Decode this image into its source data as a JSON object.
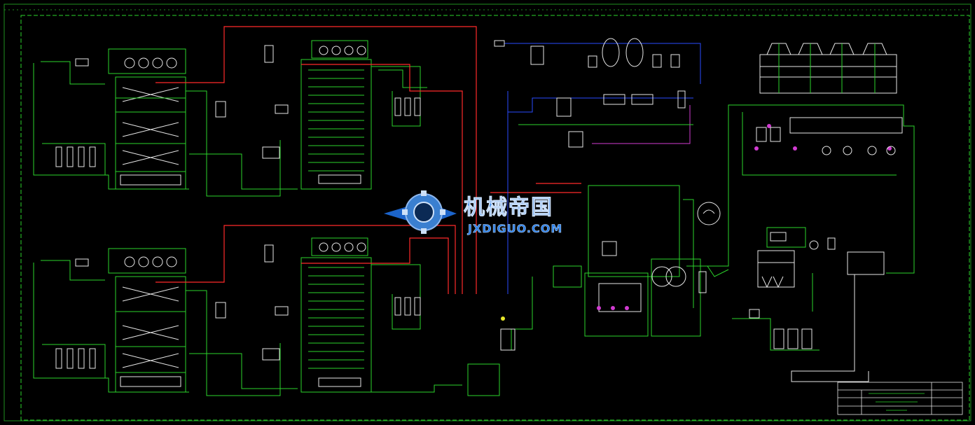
{
  "colors": {
    "background": "#000000",
    "frame": "#1f8f1f",
    "pipe_green": "#2bd42b",
    "equipment_white": "#e6e6e6",
    "steam_red": "#ff2a2a",
    "water_blue": "#2a4cff",
    "instrument_magenta": "#d23cd2",
    "instrument_yellow": "#e8e82a",
    "watermark_blue": "#1f6fe0"
  },
  "watermark": {
    "title_cn": "机械帝国",
    "url": "JXDIGUO.COM",
    "emblem": "gear-wings-emblem"
  },
  "title_block": {
    "rows": 4
  }
}
